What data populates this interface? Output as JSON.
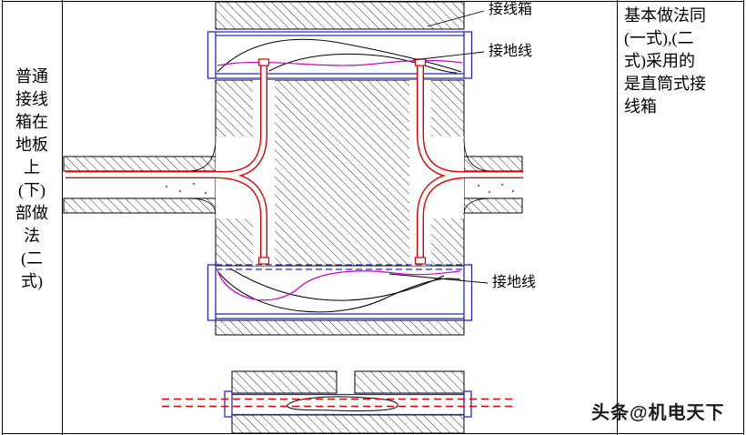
{
  "table": {
    "left_header": "普通\n接线\n箱在\n地板\n上\n(下)\n部做\n法\n(二\n式)",
    "right_note": "基本做法同\n(一式),(二\n式)采用的\n是直筒式接\n线箱"
  },
  "diagram": {
    "labels": {
      "junction_box": "接线箱",
      "ground_wire_upper": "接地线",
      "ground_wire_lower": "接地线"
    },
    "colors": {
      "conduit_red": "#dd0000",
      "ground_magenta": "#cc00cc",
      "box_blue": "#2a2ab8",
      "line_black": "#000000"
    }
  },
  "watermark": {
    "text": "头条@机电天下"
  }
}
